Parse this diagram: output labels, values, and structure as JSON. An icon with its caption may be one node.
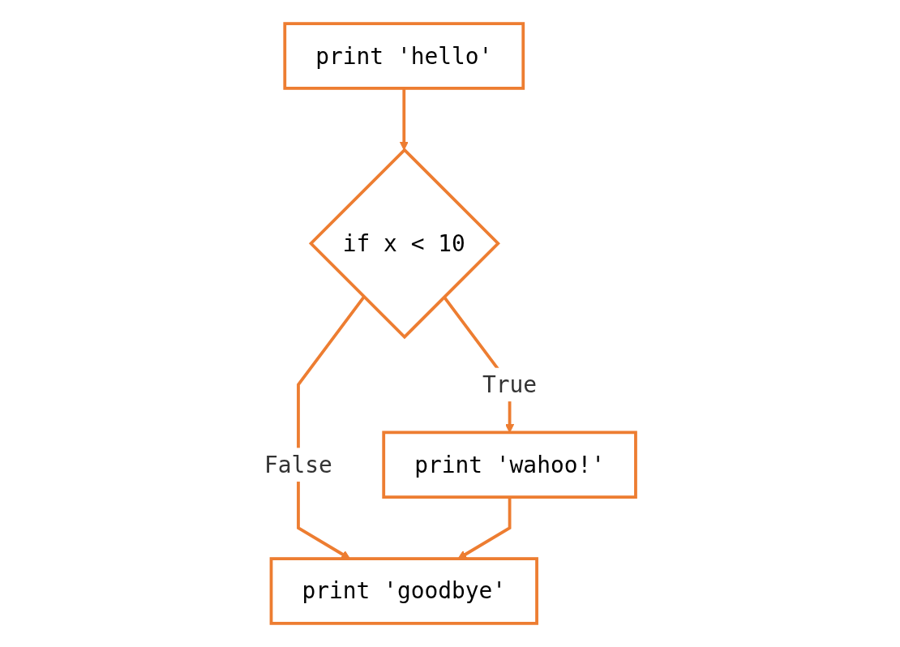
{
  "diagram": {
    "nodes": [
      {
        "text": [
          "print 'hello'"
        ]
      },
      {
        "text": [
          "if x < 10"
        ]
      },
      {
        "text": [
          "print 'wahoo!'"
        ]
      },
      {
        "text": [
          "print 'goodbye'"
        ]
      }
    ],
    "edges": [
      {
        "from": 0,
        "to": 1,
        "arrow": "to"
      },
      {
        "from": 1,
        "to": 2,
        "arrow": "to",
        "label": "True"
      },
      {
        "from": 1,
        "to": 3,
        "arrow": "to",
        "label": "False"
      },
      {
        "from": 2,
        "to": 3,
        "arrow": "to"
      }
    ]
  }
}
